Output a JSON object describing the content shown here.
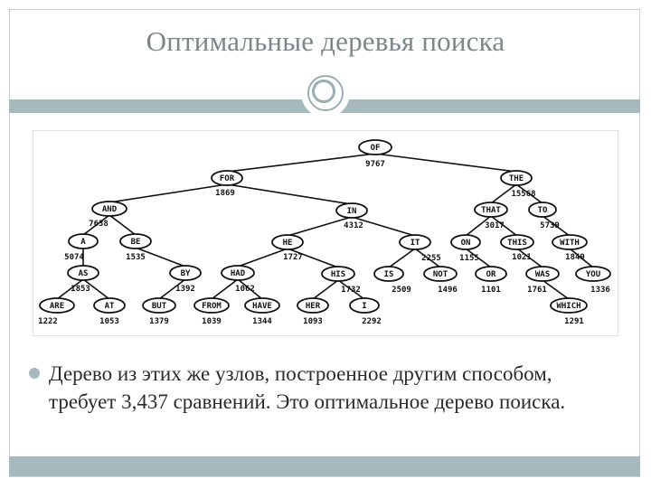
{
  "slide": {
    "title": "Оптимальные деревья поиска",
    "bullet": "Дерево из этих же узлов, построенное другим способом, требует 3,437 сравнений. Это оптимальное дерево поиска."
  },
  "tree": {
    "nodes": [
      {
        "id": "of",
        "label": "OF",
        "value": "9767"
      },
      {
        "id": "for",
        "label": "FOR",
        "value": "1869"
      },
      {
        "id": "the",
        "label": "THE",
        "value": "15568"
      },
      {
        "id": "and",
        "label": "AND",
        "value": "7638"
      },
      {
        "id": "in",
        "label": "IN",
        "value": "4312"
      },
      {
        "id": "that",
        "label": "THAT",
        "value": "3017"
      },
      {
        "id": "to",
        "label": "TO",
        "value": "5739"
      },
      {
        "id": "a",
        "label": "A",
        "value": "5074"
      },
      {
        "id": "be",
        "label": "BE",
        "value": "1535"
      },
      {
        "id": "he",
        "label": "HE",
        "value": "1727"
      },
      {
        "id": "it",
        "label": "IT",
        "value": "2255"
      },
      {
        "id": "on",
        "label": "ON",
        "value": "1155"
      },
      {
        "id": "this",
        "label": "THIS",
        "value": "1021"
      },
      {
        "id": "with",
        "label": "WITH",
        "value": "1849"
      },
      {
        "id": "as",
        "label": "AS",
        "value": "1853"
      },
      {
        "id": "by",
        "label": "BY",
        "value": "1392"
      },
      {
        "id": "had",
        "label": "HAD",
        "value": "1062"
      },
      {
        "id": "his",
        "label": "HIS",
        "value": "1732"
      },
      {
        "id": "is",
        "label": "IS",
        "value": "2509"
      },
      {
        "id": "not",
        "label": "NOT",
        "value": "1496"
      },
      {
        "id": "or",
        "label": "OR",
        "value": "1101"
      },
      {
        "id": "was",
        "label": "WAS",
        "value": "1761"
      },
      {
        "id": "you",
        "label": "YOU",
        "value": "1336"
      },
      {
        "id": "are",
        "label": "ARE",
        "value": "1222"
      },
      {
        "id": "at",
        "label": "AT",
        "value": "1053"
      },
      {
        "id": "but",
        "label": "BUT",
        "value": "1379"
      },
      {
        "id": "from",
        "label": "FROM",
        "value": "1039"
      },
      {
        "id": "have",
        "label": "HAVE",
        "value": "1344"
      },
      {
        "id": "her",
        "label": "HER",
        "value": "1093"
      },
      {
        "id": "i",
        "label": "I",
        "value": "2292"
      },
      {
        "id": "which",
        "label": "WHICH",
        "value": "1291"
      }
    ],
    "edges": [
      [
        "of",
        "for"
      ],
      [
        "of",
        "the"
      ],
      [
        "for",
        "and"
      ],
      [
        "for",
        "in"
      ],
      [
        "the",
        "that"
      ],
      [
        "the",
        "to"
      ],
      [
        "and",
        "a"
      ],
      [
        "and",
        "be"
      ],
      [
        "in",
        "he"
      ],
      [
        "in",
        "it"
      ],
      [
        "that",
        "on"
      ],
      [
        "that",
        "this"
      ],
      [
        "to",
        "with"
      ],
      [
        "a",
        "as"
      ],
      [
        "be",
        "by"
      ],
      [
        "he",
        "had"
      ],
      [
        "he",
        "his"
      ],
      [
        "it",
        "is"
      ],
      [
        "it",
        "not"
      ],
      [
        "on",
        "or"
      ],
      [
        "this",
        "was"
      ],
      [
        "with",
        "you"
      ],
      [
        "as",
        "are"
      ],
      [
        "as",
        "at"
      ],
      [
        "by",
        "but"
      ],
      [
        "had",
        "from"
      ],
      [
        "had",
        "have"
      ],
      [
        "his",
        "her"
      ],
      [
        "his",
        "i"
      ],
      [
        "was",
        "which"
      ]
    ]
  }
}
